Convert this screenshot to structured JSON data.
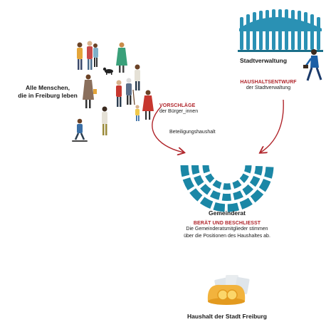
{
  "people": {
    "label_line1": "Alle Menschen,",
    "label_line2": "die in Freiburg leben"
  },
  "city_admin": {
    "label": "Stadtverwaltung"
  },
  "budget_draft": {
    "heading": "HAUSHALTSENTWURF",
    "sub": "der Stadtverwaltung"
  },
  "suggestions": {
    "heading": "VORSCHLÄGE",
    "sub": "der Bürger_innen"
  },
  "participation": {
    "label": "Beteiligungshaushalt"
  },
  "council": {
    "title": "Gemeinderat",
    "heading": "BERÄT UND BESCHLIESST",
    "desc_line1": "Die Gemeinderatsmitglieder stimmen",
    "desc_line2": "über die Positionen des Haushaltes ab."
  },
  "budget": {
    "label": "Haushalt der Stadt Freiburg"
  },
  "colors": {
    "teal": "#1b87a6",
    "red": "#b0252b",
    "gold": "#f2b33d"
  }
}
